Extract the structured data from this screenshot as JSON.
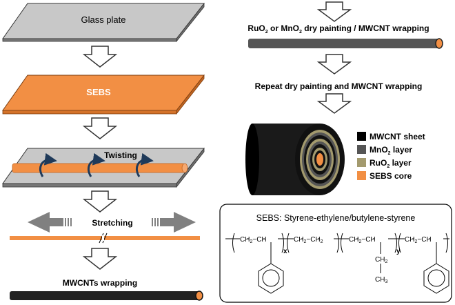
{
  "left_column": {
    "glass_plate_label": "Glass plate",
    "sebs_label": "SEBS",
    "twisting_label": "Twisting",
    "stretching_label": "Stretching",
    "mwcnts_wrapping_label": "MWCNTs wrapping"
  },
  "right_column": {
    "painting_step": {
      "prefix": "RuO",
      "sub1": "2",
      "mid": " or MnO",
      "sub2": "2",
      "suffix": " dry painting / MWCNT wrapping"
    },
    "repeat_step_label": "Repeat dry painting and MWCNT wrapping"
  },
  "legend": [
    {
      "color": "#000000",
      "text": "MWCNT sheet"
    },
    {
      "color": "#555555",
      "text": "MnO",
      "sub": "2",
      "after": " layer"
    },
    {
      "color": "#a39a6e",
      "text": "RuO",
      "sub": "2",
      "after": " layer"
    },
    {
      "color": "#f28f44",
      "text": "SEBS core"
    }
  ],
  "sebs_box": {
    "title": "SEBS: Styrene-ethylene/butylene-styrene",
    "subscripts": {
      "x": "x",
      "y": "y"
    }
  },
  "colors": {
    "glass": "#c8c8c8",
    "sebs": "#f28f44",
    "fiber_dark": "#222222",
    "arrow_gray": "#808080",
    "twist_arrow": "#1f3a5a"
  }
}
